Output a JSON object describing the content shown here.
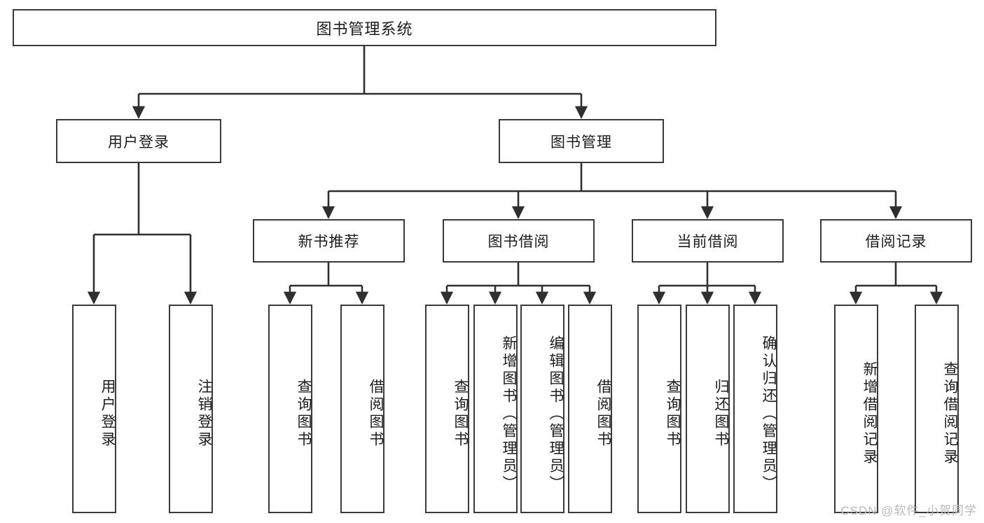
{
  "diagram": {
    "title": "图书管理系统",
    "type": "tree-hierarchy-chart",
    "root": {
      "label": "图书管理系统"
    },
    "level2": [
      {
        "label": "用户登录"
      },
      {
        "label": "图书管理"
      }
    ],
    "level3": [
      {
        "label": "新书推荐"
      },
      {
        "label": "图书借阅"
      },
      {
        "label": "当前借阅"
      },
      {
        "label": "借阅记录"
      }
    ],
    "leaves": {
      "user_login": [
        {
          "label": "用户登录"
        },
        {
          "label": "注销登录"
        }
      ],
      "new_book_recommend": [
        {
          "label": "查询图书"
        },
        {
          "label": "借阅图书"
        }
      ],
      "book_borrow": [
        {
          "label": "查询图书"
        },
        {
          "label": "新增图书（管理员）"
        },
        {
          "label": "编辑图书（管理员）"
        },
        {
          "label": "借阅图书"
        }
      ],
      "current_borrow": [
        {
          "label": "查询图书"
        },
        {
          "label": "归还图书"
        },
        {
          "label": "确认归还（管理员）"
        }
      ],
      "borrow_record": [
        {
          "label": "新增借阅记录"
        },
        {
          "label": "查询借阅记录"
        }
      ]
    }
  },
  "watermark": {
    "text": "CSDN @软件_小贺同学"
  },
  "colors": {
    "box_border": "#3a3a3a",
    "box_fill": "#ffffff",
    "connector": "#2f2f2f",
    "text": "#1c1c1c",
    "watermark": "#b9b9b9",
    "background": "#ffffff"
  }
}
